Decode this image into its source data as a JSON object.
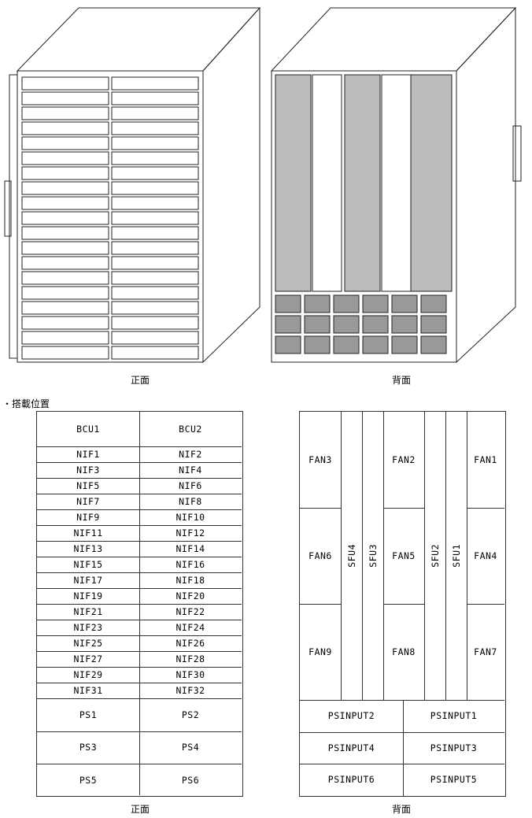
{
  "captions": {
    "front": "正面",
    "back": "背面",
    "section": "・搭載位置"
  },
  "front_table": {
    "bcu": [
      "BCU1",
      "BCU2"
    ],
    "nif": [
      [
        "NIF1",
        "NIF2"
      ],
      [
        "NIF3",
        "NIF4"
      ],
      [
        "NIF5",
        "NIF6"
      ],
      [
        "NIF7",
        "NIF8"
      ],
      [
        "NIF9",
        "NIF10"
      ],
      [
        "NIF11",
        "NIF12"
      ],
      [
        "NIF13",
        "NIF14"
      ],
      [
        "NIF15",
        "NIF16"
      ],
      [
        "NIF17",
        "NIF18"
      ],
      [
        "NIF19",
        "NIF20"
      ],
      [
        "NIF21",
        "NIF22"
      ],
      [
        "NIF23",
        "NIF24"
      ],
      [
        "NIF25",
        "NIF26"
      ],
      [
        "NIF27",
        "NIF28"
      ],
      [
        "NIF29",
        "NIF30"
      ],
      [
        "NIF31",
        "NIF32"
      ]
    ],
    "ps": [
      [
        "PS1",
        "PS2"
      ],
      [
        "PS3",
        "PS4"
      ],
      [
        "PS5",
        "PS6"
      ]
    ]
  },
  "back_table": {
    "fans": [
      [
        "FAN3",
        "FAN2",
        "FAN1"
      ],
      [
        "FAN6",
        "FAN5",
        "FAN4"
      ],
      [
        "FAN9",
        "FAN8",
        "FAN7"
      ]
    ],
    "sfu": [
      "SFU4",
      "SFU3",
      "SFU2",
      "SFU1"
    ],
    "psinput": [
      [
        "PSINPUT2",
        "PSINPUT1"
      ],
      [
        "PSINPUT4",
        "PSINPUT3"
      ],
      [
        "PSINPUT6",
        "PSINPUT5"
      ]
    ]
  }
}
